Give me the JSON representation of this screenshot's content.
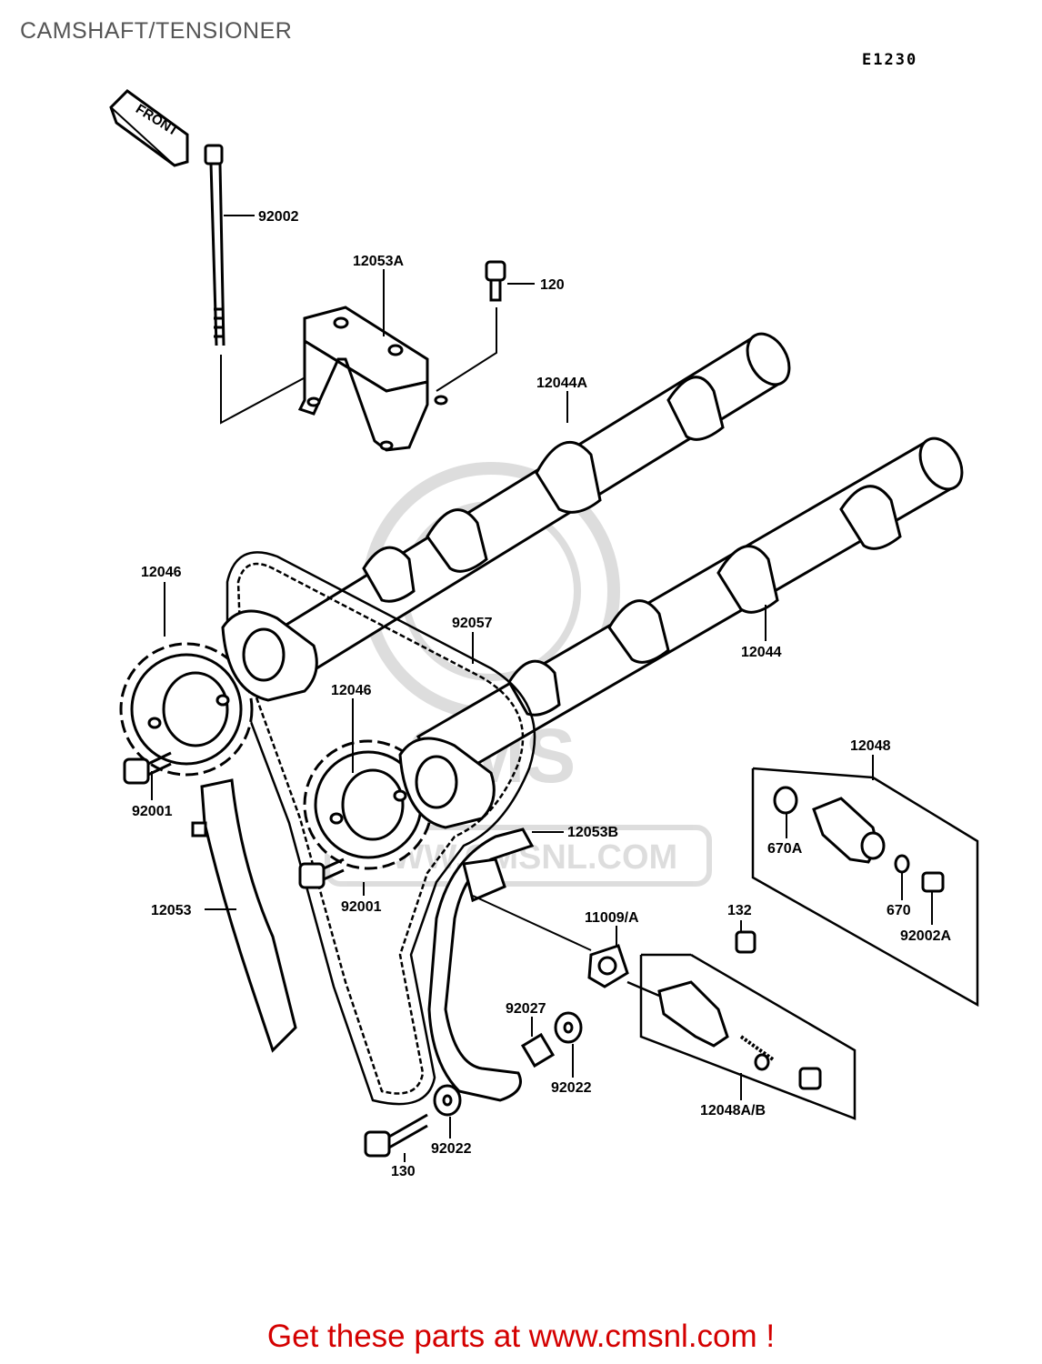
{
  "header": {
    "title": "CAMSHAFT/TENSIONER",
    "figure_code": "E1230"
  },
  "diagram": {
    "front_arrow_label": "FRONT",
    "watermark_text": "WWW.CMSNL.COM",
    "watermark_logo": "CMS",
    "part_labels": [
      "92002",
      "12053A",
      "120",
      "12044A",
      "12046",
      "92057",
      "12044",
      "12046",
      "12048",
      "92001",
      "670A",
      "92001",
      "12053B",
      "670",
      "92002A",
      "12053",
      "11009/A",
      "132",
      "92027",
      "92022",
      "12048A/B",
      "92022",
      "130"
    ]
  },
  "footer": {
    "text": "Get these parts at www.cmsnl.com !"
  }
}
